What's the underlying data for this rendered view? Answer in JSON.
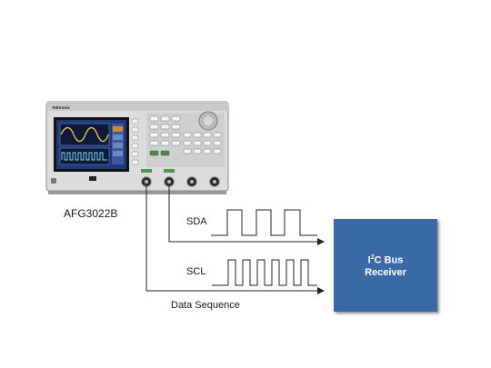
{
  "instrument": {
    "model_label": "AFG3022B",
    "brand": "Tektronix"
  },
  "signals": {
    "sda_label": "SDA",
    "scl_label": "SCL"
  },
  "sequence_label": "Data Sequence",
  "receiver": {
    "line1_prefix": "I",
    "line1_sup": "2",
    "line1_suffix": "C Bus",
    "line2": "Receiver"
  },
  "colors": {
    "receiver_fill": "#3a6aa6",
    "screen_background": "#1e3a7a",
    "instrument_body": "#dedede"
  }
}
